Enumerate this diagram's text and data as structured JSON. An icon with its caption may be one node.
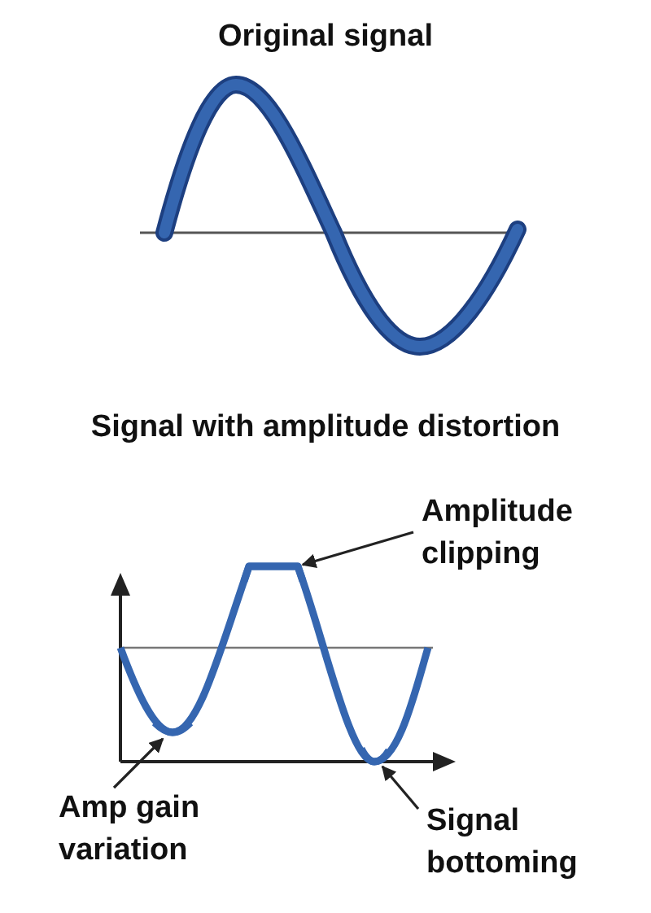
{
  "diagram": {
    "nodes": [
      {
        "text": [
          "Amplitude clipping"
        ]
      },
      {
        "text": [
          "Amp gain variation"
        ]
      },
      {
        "text": [
          "Signal bottoming"
        ]
      },
      {
        "text": [],
        "shape": "curve"
      },
      {
        "text": [],
        "shape": "curve"
      },
      {
        "text": [],
        "shape": "curve"
      }
    ],
    "edges": [
      {
        "from": 0,
        "to": 3,
        "arrow": "to"
      },
      {
        "from": 1,
        "to": 4,
        "arrow": "to"
      },
      {
        "from": 2,
        "to": 5,
        "arrow": "to"
      }
    ],
    "labels": [
      "Original signal",
      "Signal with amplitude distortion"
    ]
  }
}
